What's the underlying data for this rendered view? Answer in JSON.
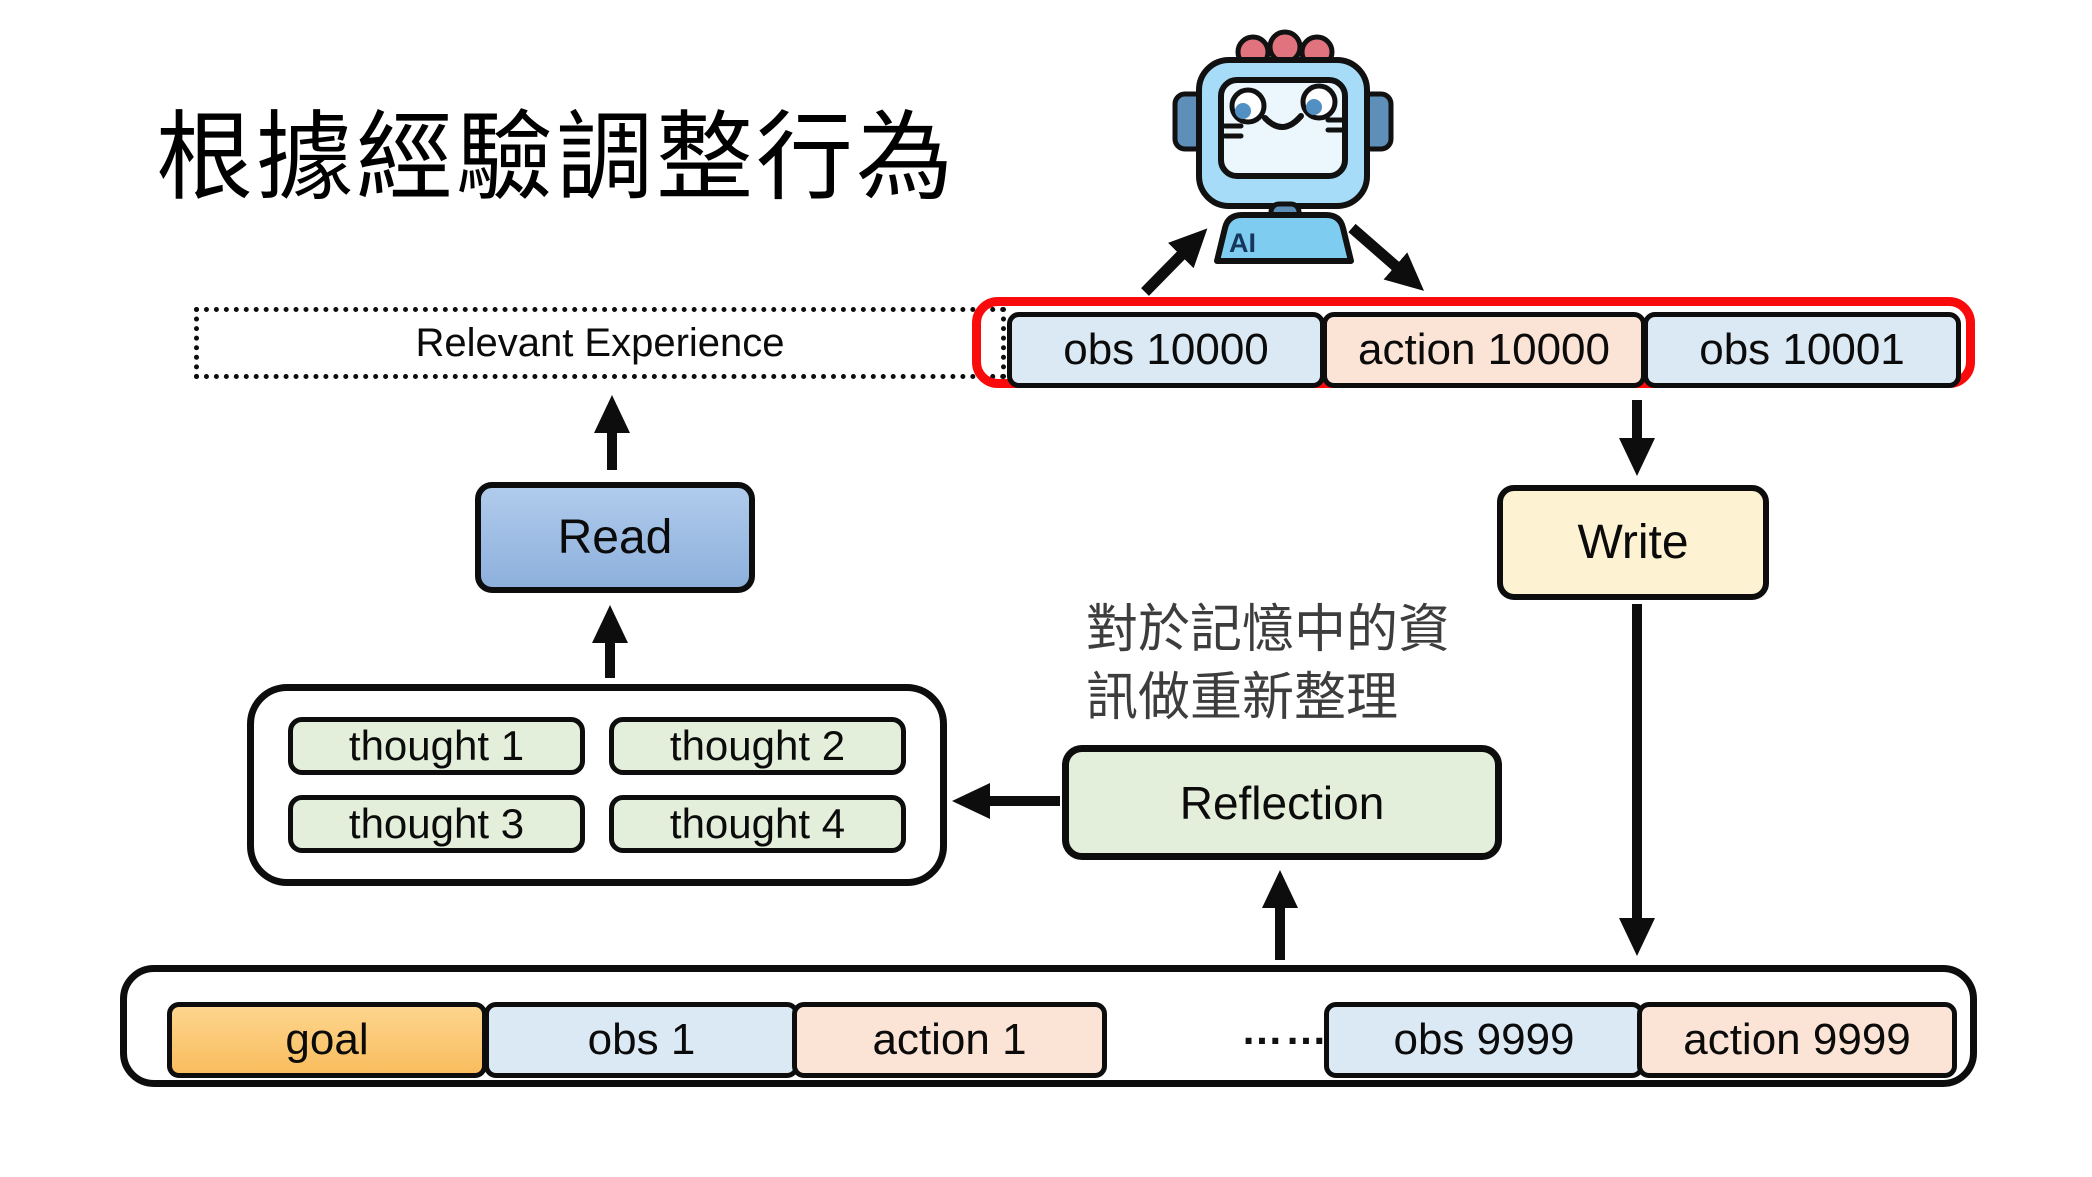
{
  "slide": {
    "title": "根據經驗調整行為"
  },
  "robot": {
    "badge": "AI"
  },
  "experience_bar": {
    "relevant_label": "Relevant Experience",
    "items": [
      {
        "label": "obs 10000",
        "kind": "obs"
      },
      {
        "label": "action 10000",
        "kind": "action"
      },
      {
        "label": "obs 10001",
        "kind": "obs"
      }
    ]
  },
  "operations": {
    "read": "Read",
    "write": "Write",
    "reflection": "Reflection"
  },
  "annotation": {
    "line1": "對於記憶中的資",
    "line2": "訊做重新整理"
  },
  "thoughts": {
    "items": [
      {
        "label": "thought 1"
      },
      {
        "label": "thought 2"
      },
      {
        "label": "thought 3"
      },
      {
        "label": "thought 4"
      }
    ]
  },
  "memory": {
    "goal": "goal",
    "early": [
      {
        "label": "obs 1",
        "kind": "obs"
      },
      {
        "label": "action 1",
        "kind": "action"
      }
    ],
    "ellipsis": "……",
    "recent": [
      {
        "label": "obs 9999",
        "kind": "obs"
      },
      {
        "label": "action 9999",
        "kind": "action"
      }
    ]
  },
  "colors": {
    "highlight_border": "#f90b0b",
    "obs_fill": "#dbe9f5",
    "action_fill": "#fbe3d5",
    "goal_fill": "#fbc76d",
    "thought_fill": "#e3efda",
    "write_fill": "#fdf2d1",
    "read_fill_top": "#b0cbec",
    "read_fill_bottom": "#8db0dc"
  }
}
